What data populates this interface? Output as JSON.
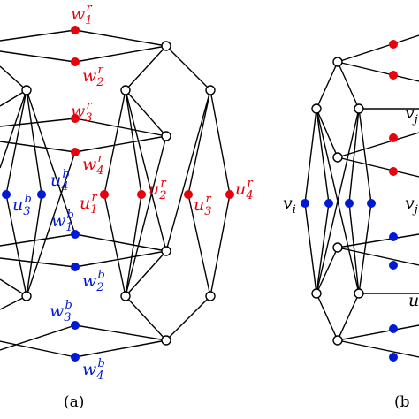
{
  "colors": {
    "red": "#e8000b",
    "blue": "#0019d6",
    "black": "#000000",
    "white": "#ffffff"
  },
  "panel_a": {
    "caption": "(a)",
    "labels": {
      "w1r": {
        "base": "w",
        "sub": "1",
        "sup": "r"
      },
      "w2r": {
        "base": "w",
        "sub": "2",
        "sup": "r"
      },
      "w3r": {
        "base": "w",
        "sub": "3",
        "sup": "r"
      },
      "w4r": {
        "base": "w",
        "sub": "4",
        "sup": "r"
      },
      "u1r": {
        "base": "u",
        "sub": "1",
        "sup": "r"
      },
      "u2r": {
        "base": "u",
        "sub": "2",
        "sup": "r"
      },
      "u3r": {
        "base": "u",
        "sub": "3",
        "sup": "r"
      },
      "u4r": {
        "base": "u",
        "sub": "4",
        "sup": "r"
      },
      "u3b": {
        "base": "u",
        "sub": "3",
        "sup": "b"
      },
      "u4b": {
        "base": "u",
        "sub": "4",
        "sup": "b"
      },
      "w1b": {
        "base": "w",
        "sub": "1",
        "sup": "b"
      },
      "w2b": {
        "base": "w",
        "sub": "2",
        "sup": "b"
      },
      "w3b": {
        "base": "w",
        "sub": "3",
        "sup": "b"
      },
      "w4b": {
        "base": "w",
        "sub": "4",
        "sup": "b"
      }
    }
  },
  "panel_b": {
    "caption": "(b",
    "labels": {
      "vi": {
        "base": "v",
        "sub": "i"
      },
      "vj1": {
        "base": "v",
        "sub": "j"
      },
      "vj2": {
        "base": "v",
        "sub": "j"
      },
      "u": {
        "base": "u"
      }
    }
  }
}
